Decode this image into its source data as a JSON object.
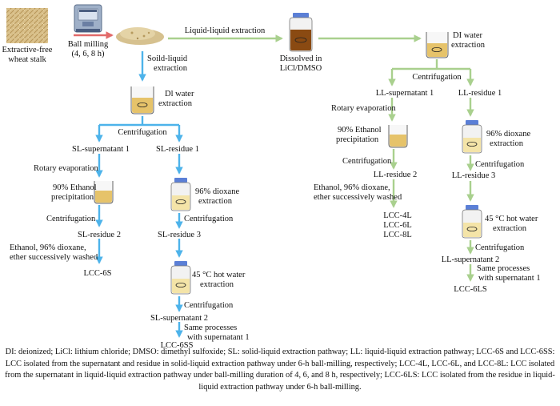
{
  "nodes": {
    "wheat_stalk": "Extractive-free wheat stalk",
    "ball_milling": "Ball milling",
    "ball_milling_hours": "(4, 6, 8 h)",
    "liquid_liquid_extraction": "Liquid-liquid extraction",
    "dissolved": "Dissolved in",
    "dissolved_solvent": "LiCl/DMSO",
    "solid_liquid_extraction_1": "Soild-liquid",
    "solid_liquid_extraction_2": "extraction",
    "sl_di_water_1": "Dl water",
    "sl_di_water_2": "extraction",
    "sl_centrifugation": "Centrifugation",
    "sl_supernatant_1": "SL-supernatant 1",
    "sl_residue_1": "SL-residue 1",
    "sl_rotary": "Rotary evaporation",
    "sl_ethanol_1": "90% Ethanol",
    "sl_ethanol_2": "precipitation",
    "sl_centrifugation_2": "Centrifugation",
    "sl_residue_2": "SL-residue 2",
    "sl_wash_1": "Ethanol, 96% dioxane,",
    "sl_wash_2": "ether successively washed",
    "sl_product_6s": "LCC-6S",
    "sl_dioxane_1": "96% dioxane",
    "sl_dioxane_2": "extraction",
    "sl_centrifugation_3": "Centrifugation",
    "sl_residue_3": "SL-residue 3",
    "sl_hot_water_1": "45 °C hot water",
    "sl_hot_water_2": "extraction",
    "sl_centrifugation_4": "Centrifugation",
    "sl_supernatant_2": "SL-supernatant 2",
    "sl_same_1": "Same processes",
    "sl_same_2": "with supernatant 1",
    "sl_product_6ss": "LCC-6SS",
    "ll_di_water_1": "DI water",
    "ll_di_water_2": "extraction",
    "ll_centrifugation": "Centrifugation",
    "ll_supernatant_1": "LL-supernatant 1",
    "ll_residue_1": "LL-residue 1",
    "ll_rotary": "Rotary evaporation",
    "ll_ethanol_1": "90% Ethanol",
    "ll_ethanol_2": "precipitation",
    "ll_centrifugation_2": "Centrifugation",
    "ll_residue_2": "LL-residue 2",
    "ll_wash_1": "Ethanol, 96% dioxane,",
    "ll_wash_2": "ether successively washed",
    "ll_product_4l": "LCC-4L",
    "ll_product_6l": "LCC-6L",
    "ll_product_8l": "LCC-8L",
    "ll_dioxane_1": "96% dioxane",
    "ll_dioxane_2": "extraction",
    "ll_centrifugation_3": "Centrifugation",
    "ll_residue_3": "LL-residue 3",
    "ll_hot_water_1": "45 °C hot water",
    "ll_hot_water_2": "extraction",
    "ll_centrifugation_4": "Centrifugation",
    "ll_supernatant_2": "LL-supernatant 2",
    "ll_same_1": "Same processes",
    "ll_same_2": "with supernatant 1",
    "ll_product_6ls": "LCC-6LS"
  },
  "caption": "DI: deionized; LiCl: lithium chloride; DMSO: dimethyl sulfoxide; SL: solid-liquid extraction pathway; LL: liquid-liquid extraction pathway; LCC-6S and LCC-6SS: LCC isolated from the supernatant and residue in solid-liquid extraction pathway under 6-h ball-milling, respectively; LCC-4L, LCC-6L, and LCC-8L: LCC isolated from the supernatant  in liquid-liquid extraction pathway under ball-milling duration of 4, 6, and 8 h, respectively; LCC-6LS: LCC isolated from the residue in liquid-liquid extraction pathway under 6-h ball-milling.",
  "colors": {
    "solid_liquid_arrow": "#4db3ea",
    "liquid_liquid_arrow": "#a9d08e",
    "ball_mill_arrow": "#e26a6a",
    "bottle_cap": "#5b7fd6",
    "liquid": "#e6c36a",
    "dioxane_liquid": "#f4e4a8",
    "licl_liquid": "#8a4a12",
    "wheat_stalk": "#d2b77a"
  }
}
